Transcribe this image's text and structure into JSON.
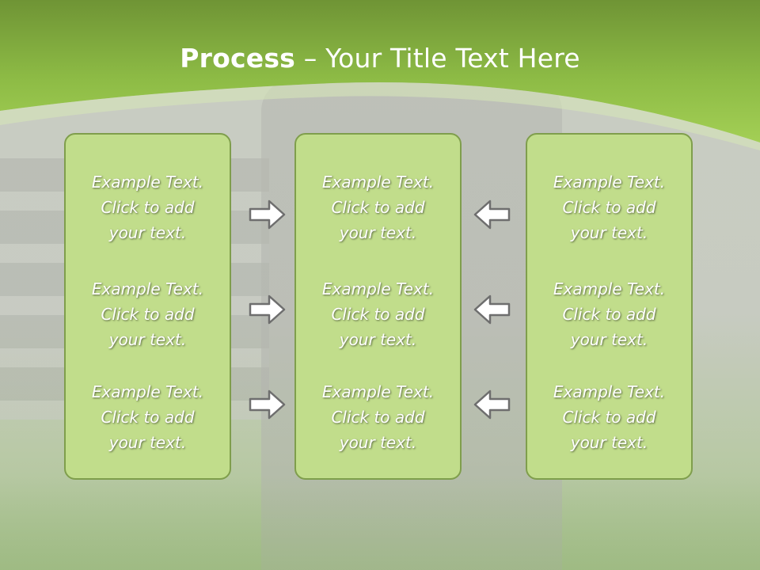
{
  "title": {
    "bold": "Process",
    "rest": " – Your Title Text Here"
  },
  "columns": [
    {
      "entries": [
        {
          "line1": "Example Text.",
          "line2": "Click  to add",
          "line3": "your text."
        },
        {
          "line1": "Example Text.",
          "line2": "Click  to add",
          "line3": "your text."
        },
        {
          "line1": "Example Text.",
          "line2": "Click  to add",
          "line3": "your text."
        }
      ]
    },
    {
      "entries": [
        {
          "line1": "Example Text.",
          "line2": "Click  to add",
          "line3": "your text."
        },
        {
          "line1": "Example Text.",
          "line2": "Click  to add",
          "line3": "your text."
        },
        {
          "line1": "Example Text.",
          "line2": "Click  to add",
          "line3": "your text."
        }
      ]
    },
    {
      "entries": [
        {
          "line1": "Example Text.",
          "line2": "Click  to add",
          "line3": "your text."
        },
        {
          "line1": "Example Text.",
          "line2": "Click  to add",
          "line3": "your text."
        },
        {
          "line1": "Example Text.",
          "line2": "Click  to add",
          "line3": "your text."
        }
      ]
    }
  ],
  "arrows": {
    "left_column": "arrow-right-icon",
    "right_column": "arrow-left-icon"
  },
  "colors": {
    "header": "#8fbd3f",
    "box_fill": "#c1dd8b",
    "box_border": "#7f9e4c",
    "text": "#ffffff"
  }
}
